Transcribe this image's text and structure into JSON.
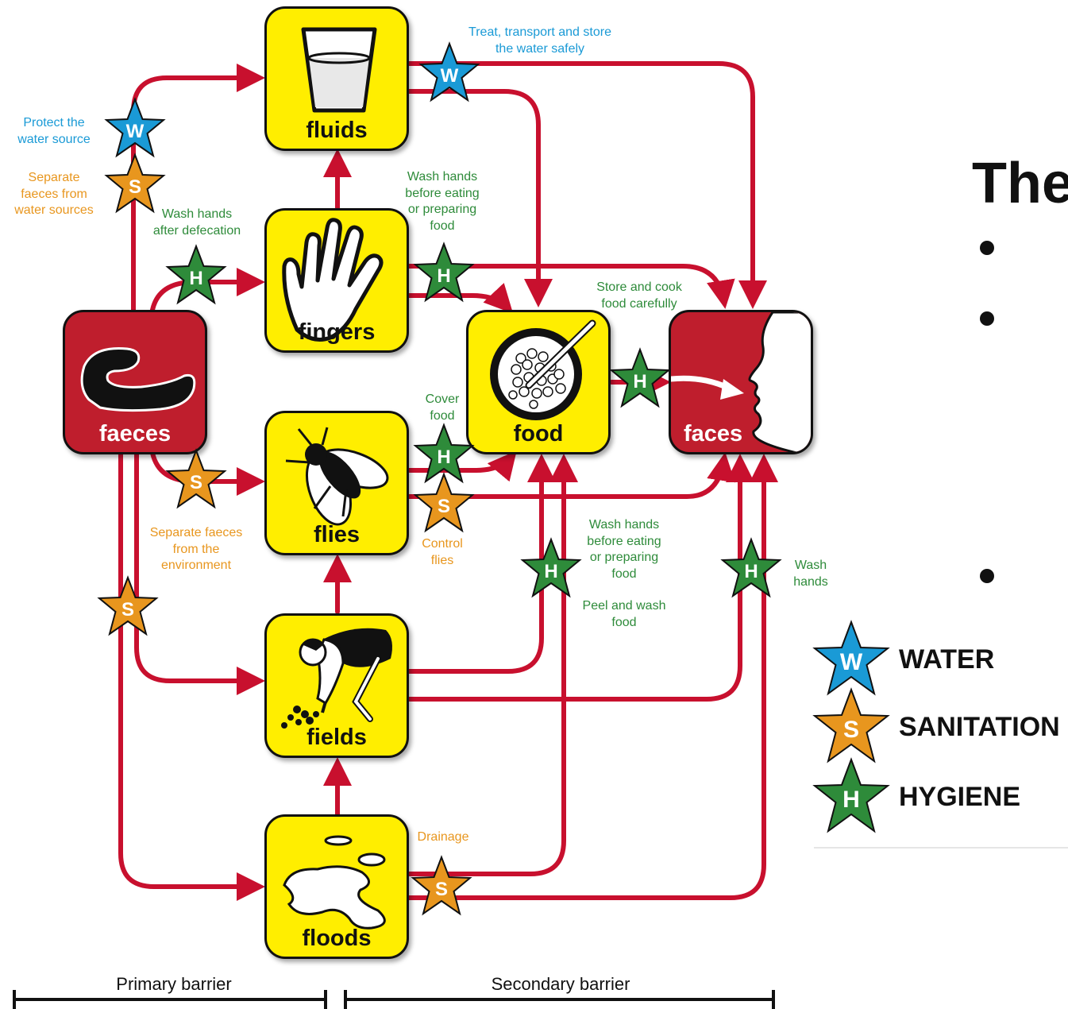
{
  "heading": "The",
  "nodes": {
    "fluids": "fluids",
    "fingers": "fingers",
    "faeces": "faeces",
    "food": "food",
    "faces": "faces",
    "flies": "flies",
    "fields": "fields",
    "floods": "floods"
  },
  "labels": {
    "treat_water": [
      "Treat, transport and store",
      "the water safely"
    ],
    "protect_source": [
      "Protect the",
      "water source"
    ],
    "separate_water": [
      "Separate",
      "faeces from",
      "water sources"
    ],
    "wash_after_defecation": [
      "Wash hands",
      "after defecation"
    ],
    "wash_before_eating_top": [
      "Wash hands",
      "before eating",
      "or preparing",
      "food"
    ],
    "store_cook": [
      "Store and cook",
      "food carefully"
    ],
    "cover_food": [
      "Cover",
      "food"
    ],
    "control_flies": [
      "Control",
      "flies"
    ],
    "separate_environment": [
      "Separate faeces",
      "from the",
      "environment"
    ],
    "wash_before_eating_bottom": [
      "Wash hands",
      "before eating",
      "or preparing",
      "food"
    ],
    "peel_wash": [
      "Peel and wash",
      "food"
    ],
    "wash_hands": [
      "Wash",
      "hands"
    ],
    "drainage": [
      "Drainage"
    ]
  },
  "barriers": {
    "primary": "Primary barrier",
    "secondary": "Secondary barrier"
  },
  "legend": [
    {
      "letter": "W",
      "label": "WATER",
      "color": "#1a9ad6"
    },
    {
      "letter": "S",
      "label": "SANITATION",
      "color": "#e8961e"
    },
    {
      "letter": "H",
      "label": "HYGIENE",
      "color": "#2e8b3a"
    }
  ],
  "star_letters": {
    "water": "W",
    "sanitation": "S",
    "hygiene": "H"
  },
  "colors": {
    "arrow": "#c8102e",
    "node_yellow": "#ffee00",
    "node_red": "#bf1e2d",
    "water": "#1a9ad6",
    "sanitation": "#e8961e",
    "hygiene": "#2e8b3a"
  }
}
